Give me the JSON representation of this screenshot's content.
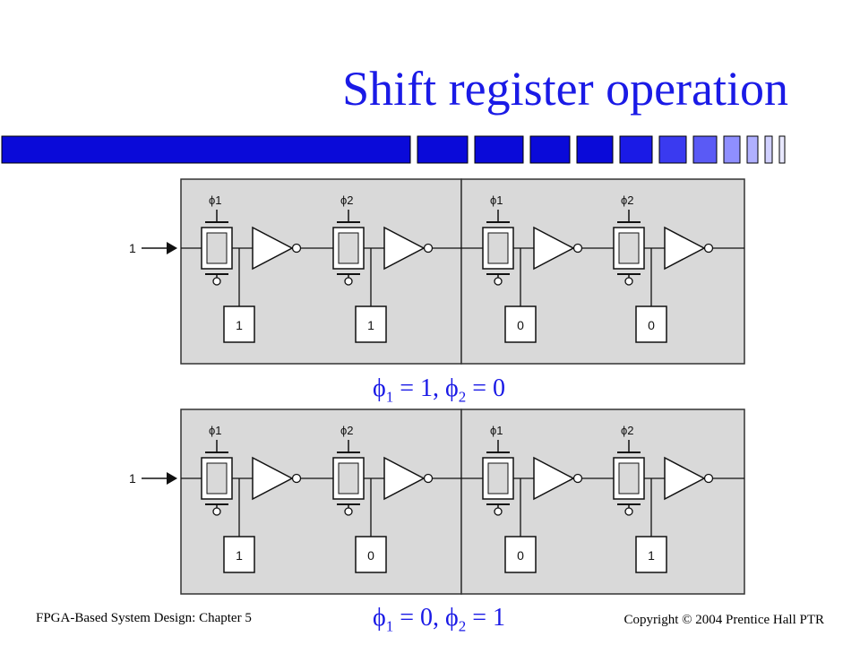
{
  "slide": {
    "title": "Shift register operation",
    "footer_left": "FPGA-Based System Design: Chapter 5",
    "footer_right": "Copyright © 2004 Prentice Hall PTR"
  },
  "colors": {
    "title": "#1a1ae6",
    "bar_dark": "#0a0ad9",
    "bar_light": "#8f8fff",
    "panel": "#d9d9d9"
  },
  "diagrams": [
    {
      "input": "1",
      "phase_labels": [
        "ϕ1",
        "ϕ2",
        "ϕ1",
        "ϕ2"
      ],
      "latch_values": [
        "1",
        "1",
        "0",
        "0"
      ],
      "caption": {
        "phi1": "ϕ",
        "sub1": "1",
        "mid": " = 1, ",
        "phi2": "ϕ",
        "sub2": "2",
        "end": " = 0"
      }
    },
    {
      "input": "1",
      "phase_labels": [
        "ϕ1",
        "ϕ2",
        "ϕ1",
        "ϕ2"
      ],
      "latch_values": [
        "1",
        "0",
        "0",
        "1"
      ],
      "caption": {
        "phi1": "ϕ",
        "sub1": "1",
        "mid": " = 0, ",
        "phi2": "ϕ",
        "sub2": "2",
        "end": " = 1"
      }
    }
  ]
}
